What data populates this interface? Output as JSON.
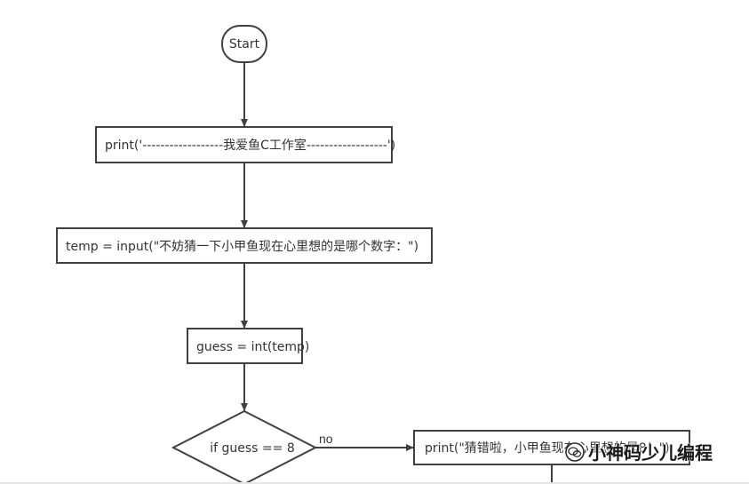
{
  "diagram": {
    "start": {
      "label": "Start"
    },
    "steps": [
      {
        "label": "print('------------------我爱鱼C工作室------------------')"
      },
      {
        "label": "temp = input(\"不妨猜一下小甲鱼现在心里想的是哪个数字：\")"
      },
      {
        "label": "guess = int(temp)"
      }
    ],
    "decision": {
      "label": "if guess == 8",
      "no_branch_label": "no"
    },
    "no_branch_box": {
      "label": "print(\"猜错啦，小甲鱼现在心里想的是8！\")"
    }
  },
  "watermark": {
    "text": "小神码少儿编程"
  },
  "colors": {
    "stroke": "#404040",
    "text": "#333333",
    "background": "#ffffff"
  }
}
